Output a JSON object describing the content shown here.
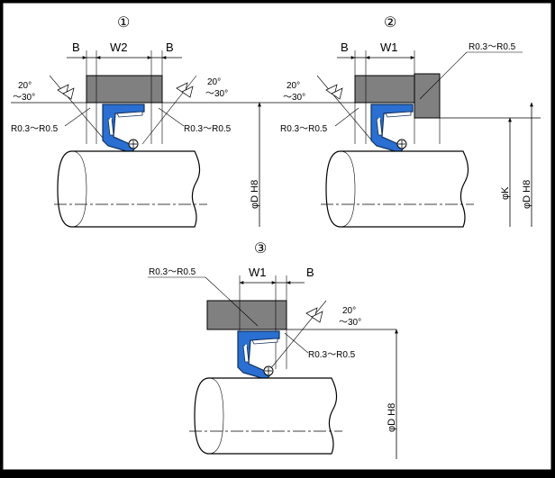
{
  "diagrams": [
    {
      "number": "①",
      "width_label": "W2",
      "b_left": "B",
      "b_right": "B",
      "angle_left": [
        "20°",
        "～30°"
      ],
      "angle_right": [
        "20°",
        "～30°"
      ],
      "radius_left": "R0.3～R0.5",
      "radius_right": "R0.3～R0.5",
      "bore_label": "φD  H8"
    },
    {
      "number": "②",
      "width_label": "W1",
      "b_left": "B",
      "angle_left": [
        "20°",
        "～30°"
      ],
      "radius_left": "R0.3～R0.5",
      "radius_top": "R0.3～R0.5",
      "shaft_label": "φK",
      "bore_label": "φD  H8"
    },
    {
      "number": "③",
      "width_label": "W1",
      "b_right": "B",
      "angle_right": [
        "20°",
        "～30°"
      ],
      "radius_top": "R0.3～R0.5",
      "radius_right": "R0.3～R0.5",
      "bore_label": "φD  H8"
    }
  ]
}
